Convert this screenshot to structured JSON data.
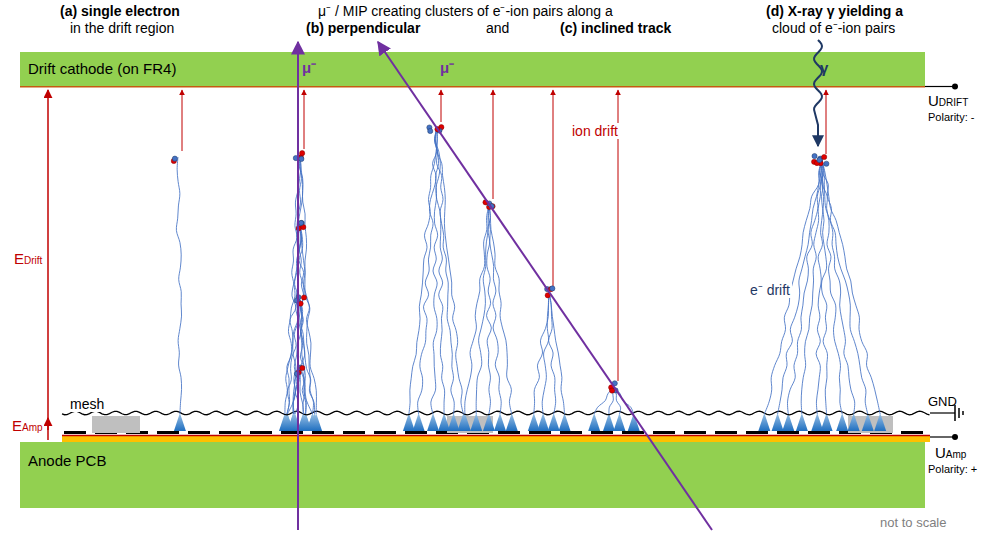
{
  "diagram": {
    "nodes": [
      {
        "text": [
          "Drift cathode (on FR4)",
          "μ⁻",
          "μ⁻",
          "γ"
        ]
      },
      {
        "text": [
          "Anode PCB"
        ]
      }
    ],
    "labels": [
      "(a) single electron",
      "in the drift region",
      "μ⁻ / MIP creating clusters of e⁻-ion pairs along a",
      "(b) perpendicular",
      "and",
      "(c) inclined track",
      "(d) X-ray γ yielding a",
      "cloud of e⁻-ion pairs",
      "ion drift",
      "e⁻ drift",
      "EDrift",
      "EAmp",
      "mesh",
      "GND",
      "UDRIFT",
      "Polarity: -",
      "UAmp",
      "Polarity: +",
      "not to scale"
    ]
  }
}
